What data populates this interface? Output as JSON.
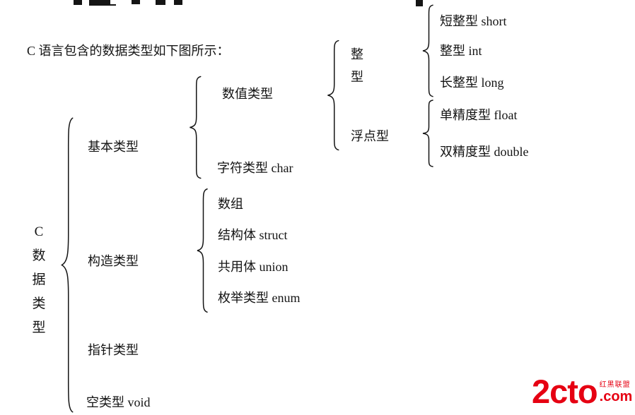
{
  "intro": {
    "text": "C 语言包含的数据类型如下图所示："
  },
  "tree": {
    "root_chars": [
      "C",
      "数",
      "据",
      "类",
      "型"
    ],
    "root_label": "C 数据类型",
    "basic": "基本类型",
    "numeric": "数值类型",
    "char_type": "字符类型 char",
    "integer_chars": [
      "整",
      "型"
    ],
    "integer_label": "整型",
    "float_type": "浮点型",
    "integer_children": [
      "短整型 short",
      "整型 int",
      "长整型 long"
    ],
    "float_children": [
      "单精度型 float",
      "双精度型 double"
    ],
    "construct": "构造类型",
    "construct_children": [
      "数组",
      "结构体 struct",
      "共用体 union",
      "枚举类型 enum"
    ],
    "pointer": "指针类型",
    "void_type": "空类型 void"
  },
  "watermark": {
    "brand": "2cto",
    "dot_com": ".com",
    "tagline": "红黑联盟",
    "color": "#e60012"
  }
}
